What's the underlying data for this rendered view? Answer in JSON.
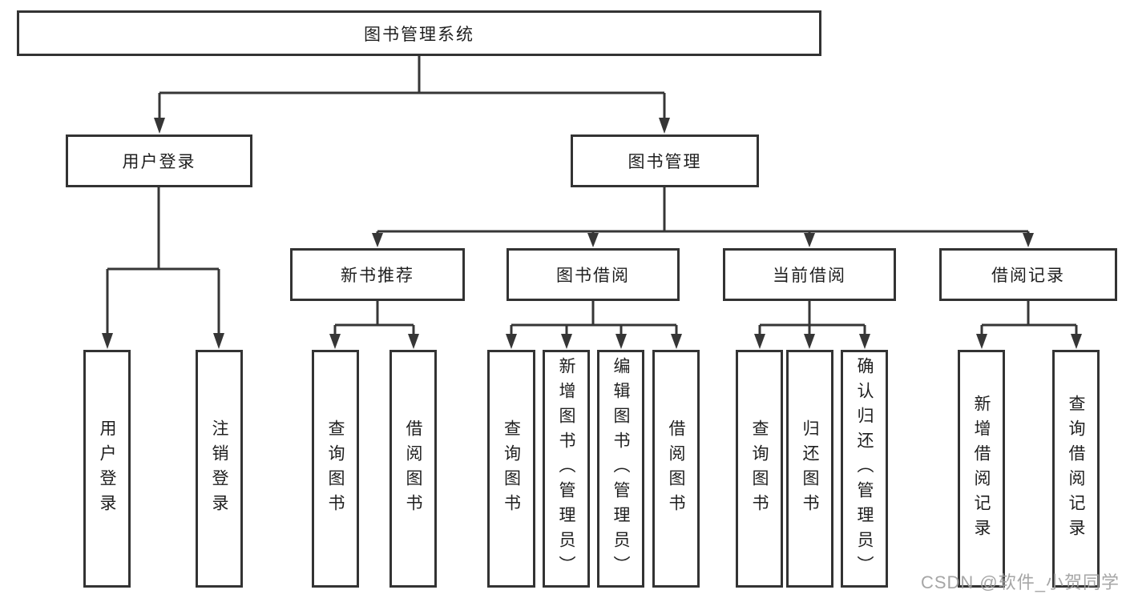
{
  "chart": {
    "root": {
      "label": "图书管理系统"
    },
    "children": [
      {
        "label": "用户登录",
        "children": [
          {
            "label": "用户登录"
          },
          {
            "label": "注销登录"
          }
        ]
      },
      {
        "label": "图书管理",
        "children": [
          {
            "label": "新书推荐",
            "children": [
              {
                "label": "查询图书"
              },
              {
                "label": "借阅图书"
              }
            ]
          },
          {
            "label": "图书借阅",
            "children": [
              {
                "label": "查询图书"
              },
              {
                "label": "新增图书（管理员）"
              },
              {
                "label": "编辑图书（管理员）"
              },
              {
                "label": "借阅图书"
              }
            ]
          },
          {
            "label": "当前借阅",
            "children": [
              {
                "label": "查询图书"
              },
              {
                "label": "归还图书"
              },
              {
                "label": "确认归还（管理员）"
              }
            ]
          },
          {
            "label": "借阅记录",
            "children": [
              {
                "label": "新增借阅记录"
              },
              {
                "label": "查询借阅记录"
              }
            ]
          }
        ]
      }
    ]
  },
  "watermark": {
    "text": "CSDN @软件_小贺同学"
  },
  "colors": {
    "line": "#363636",
    "box_border": "#333333",
    "text": "#1f1f1f",
    "watermark": "#9e9e9e",
    "background": "#ffffff"
  }
}
